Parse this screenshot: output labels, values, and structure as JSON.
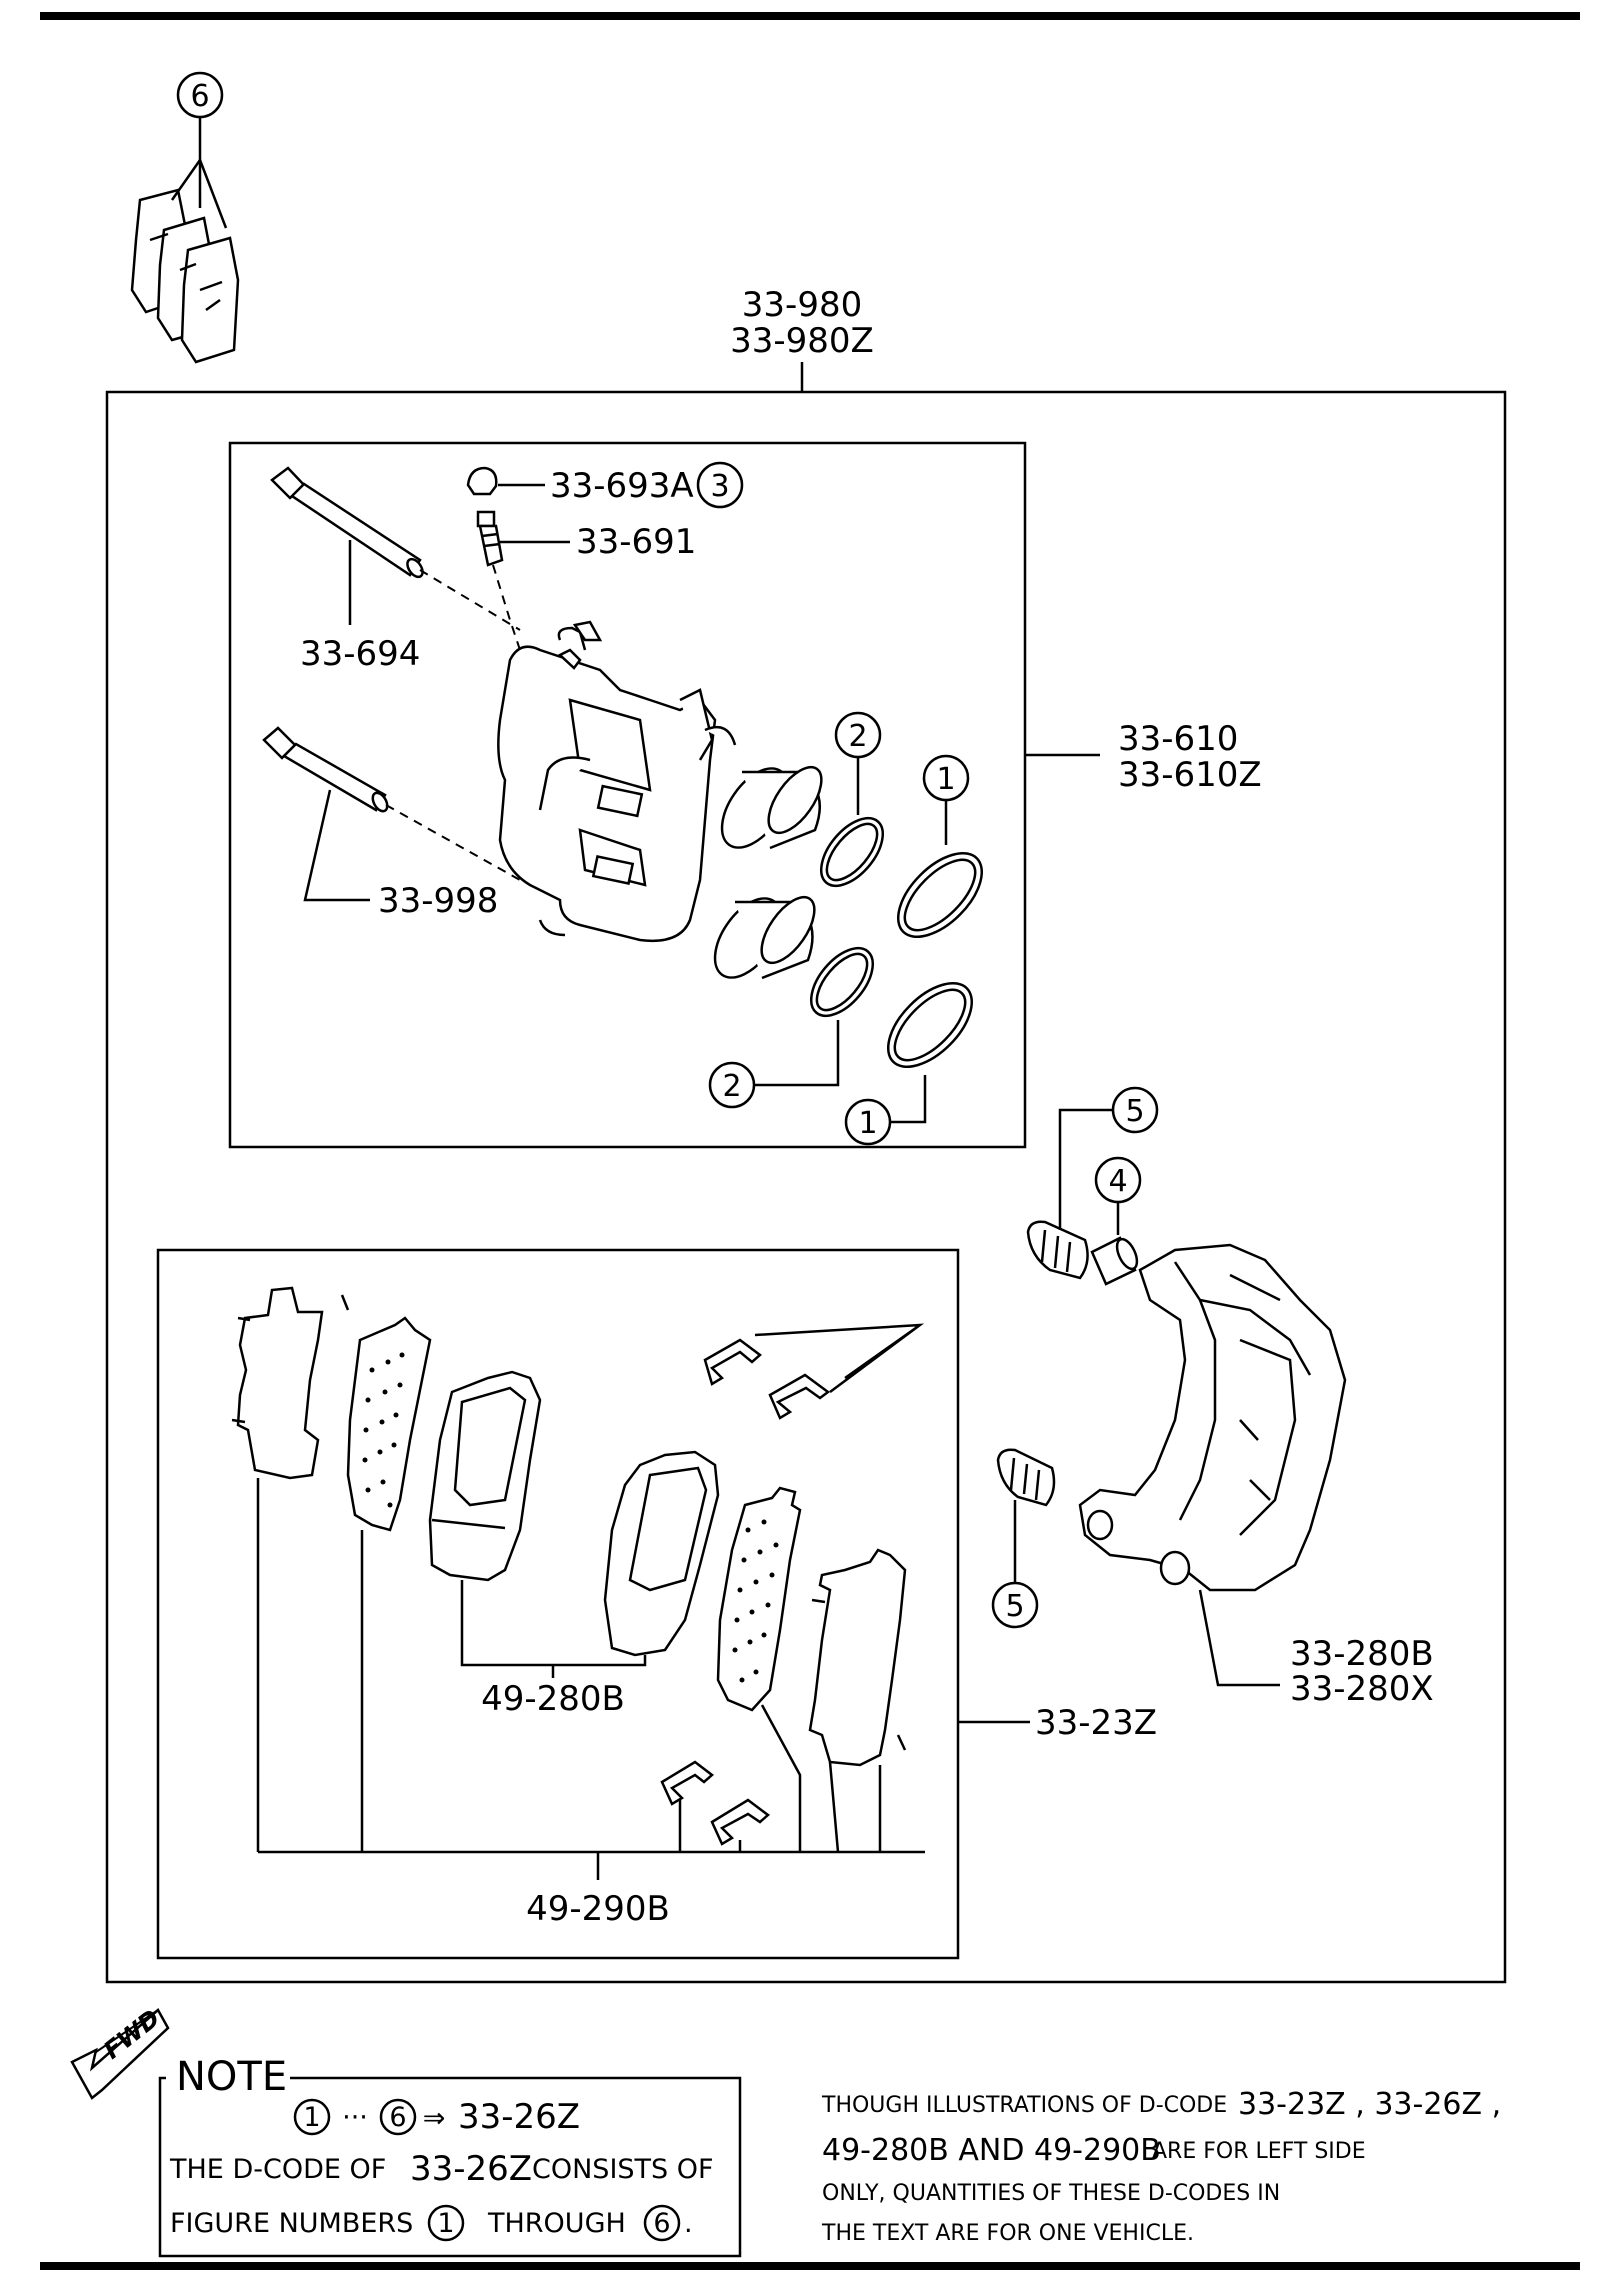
{
  "labels": {
    "assembly": [
      "33-980",
      "33-980Z"
    ],
    "cap": "33-693A",
    "bleeder": "33-691",
    "guide_pin_upper": "33-694",
    "guide_pin_lower": "33-998",
    "caliper_body": [
      "33-610",
      "33-610Z"
    ],
    "pads_inner": "49-280B",
    "shims": "49-290B",
    "pad_kit": "33-23Z",
    "bracket": [
      "33-280B",
      "33-280X"
    ]
  },
  "circled": {
    "kit": "6",
    "cap_ref": "3",
    "seal_upper": "2",
    "boot_upper": "1",
    "seal_lower": "2",
    "boot_lower": "1",
    "boot_pin_upper": "5",
    "sleeve": "4",
    "boot_pin_lower": "5"
  },
  "fwd_badge": "FWD",
  "note": {
    "title": "NOTE",
    "range_from": "1",
    "ellipsis": "···",
    "range_to": "6",
    "arrow": "⇒",
    "range_code": "33-26Z",
    "line2_a": "THE D-CODE OF",
    "line2_code": "33-26Z",
    "line2_b": "CONSISTS OF",
    "line3_a": "FIGURE NUMBERS",
    "line3_from": "1",
    "line3_mid": "THROUGH",
    "line3_to": "6",
    "line3_end": "."
  },
  "side_note": {
    "l1_a": "THOUGH ILLUSTRATIONS OF D-CODE",
    "l1_b": "33-23Z , 33-26Z ,",
    "l2_a": "49-280B AND 49-290B",
    "l2_b": "ARE FOR LEFT SIDE",
    "l3": "ONLY, QUANTITIES OF THESE D-CODES IN",
    "l4": "THE TEXT ARE FOR ONE VEHICLE."
  }
}
